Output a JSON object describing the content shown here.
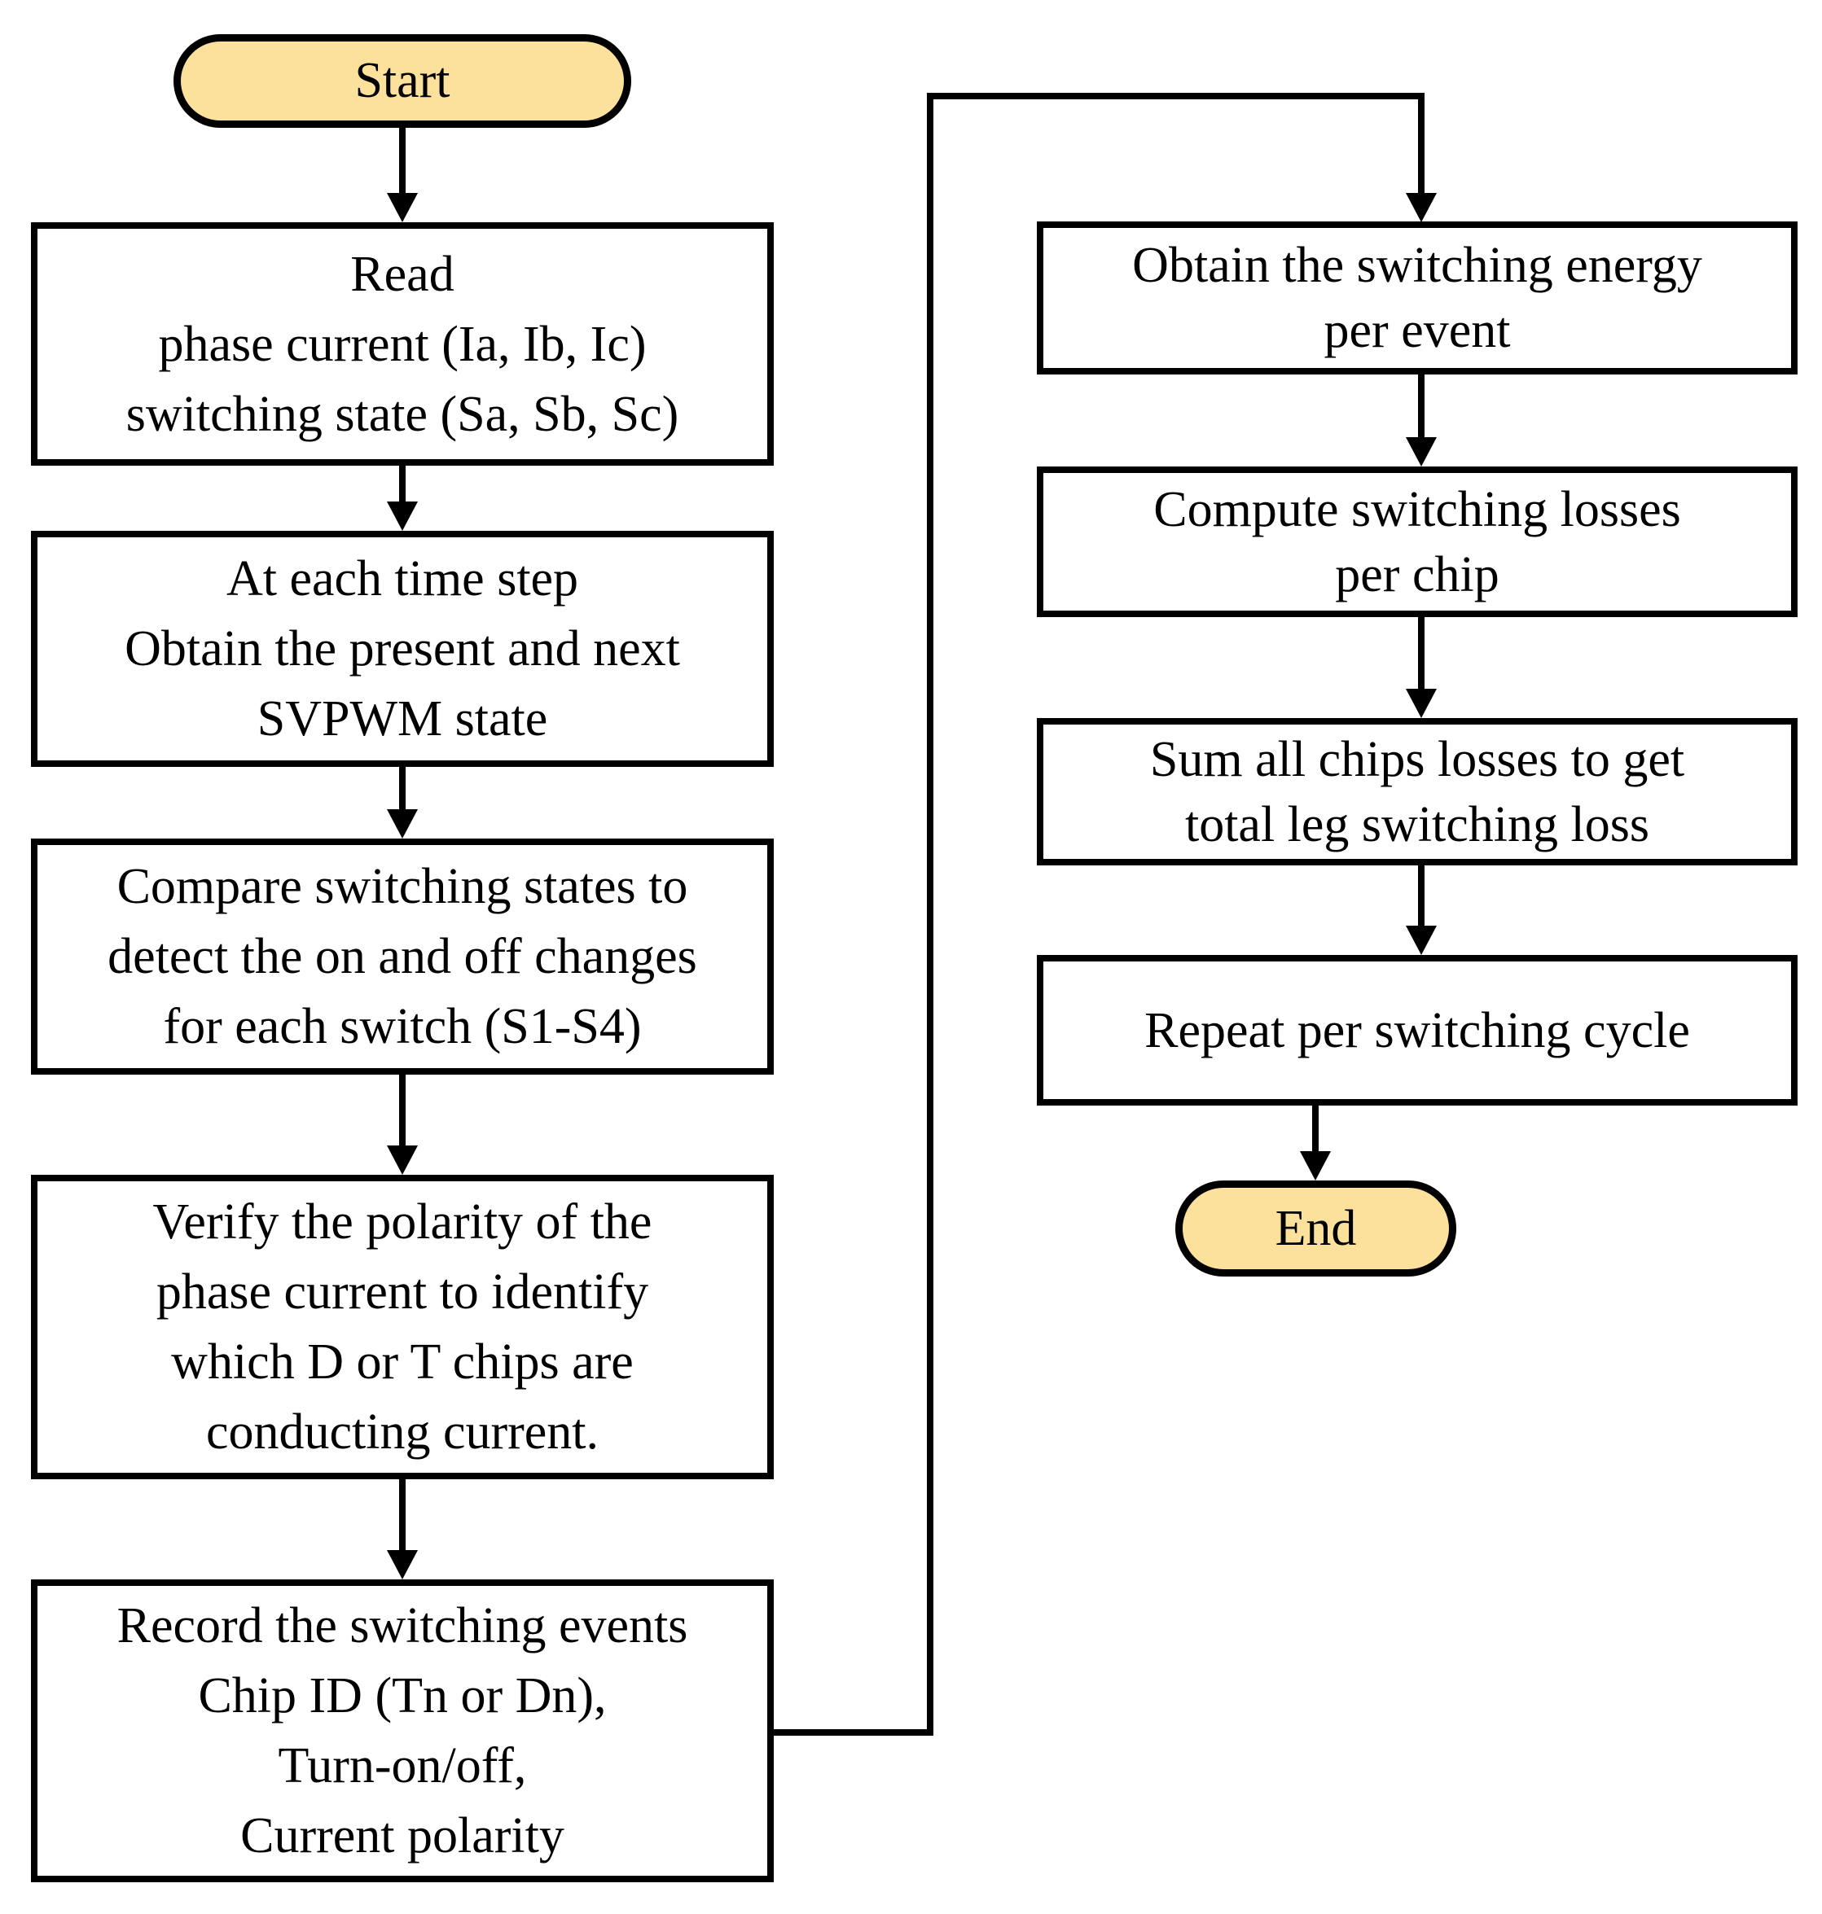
{
  "figure": {
    "type": "flowchart",
    "colors": {
      "terminal_fill": "#FBE19C",
      "process_fill": "#FFFFFF",
      "stroke": "#000000"
    },
    "nodes": {
      "start": {
        "label": "Start"
      },
      "read": {
        "text": "Read\nphase current (Ia, Ib, Ic)\nswitching state (Sa, Sb, Sc)"
      },
      "timestep": {
        "text": "At each time step\nObtain the present and next\nSVPWM state"
      },
      "compare": {
        "text": "Compare switching states to\ndetect the on and off changes\nfor each switch (S1-S4)"
      },
      "verify": {
        "text": "Verify the polarity of the\nphase current to identify\nwhich D or T chips are\nconducting current."
      },
      "record": {
        "text": "Record the switching events\nChip ID (Tn or Dn),\nTurn-on/off,\nCurrent polarity"
      },
      "energy": {
        "text": "Obtain the switching energy\nper event"
      },
      "losses": {
        "text": "Compute switching losses\nper chip"
      },
      "sum": {
        "text": "Sum all chips losses to get\ntotal leg switching loss"
      },
      "repeat": {
        "text": "Repeat per switching cycle"
      },
      "end": {
        "label": "End"
      }
    },
    "edges": [
      {
        "from": "start",
        "to": "read"
      },
      {
        "from": "read",
        "to": "timestep"
      },
      {
        "from": "timestep",
        "to": "compare"
      },
      {
        "from": "compare",
        "to": "verify"
      },
      {
        "from": "verify",
        "to": "record"
      },
      {
        "from": "record",
        "to": "energy",
        "routing": "elbow-right-up"
      },
      {
        "from": "energy",
        "to": "losses"
      },
      {
        "from": "losses",
        "to": "sum"
      },
      {
        "from": "sum",
        "to": "repeat"
      },
      {
        "from": "repeat",
        "to": "end"
      }
    ]
  }
}
